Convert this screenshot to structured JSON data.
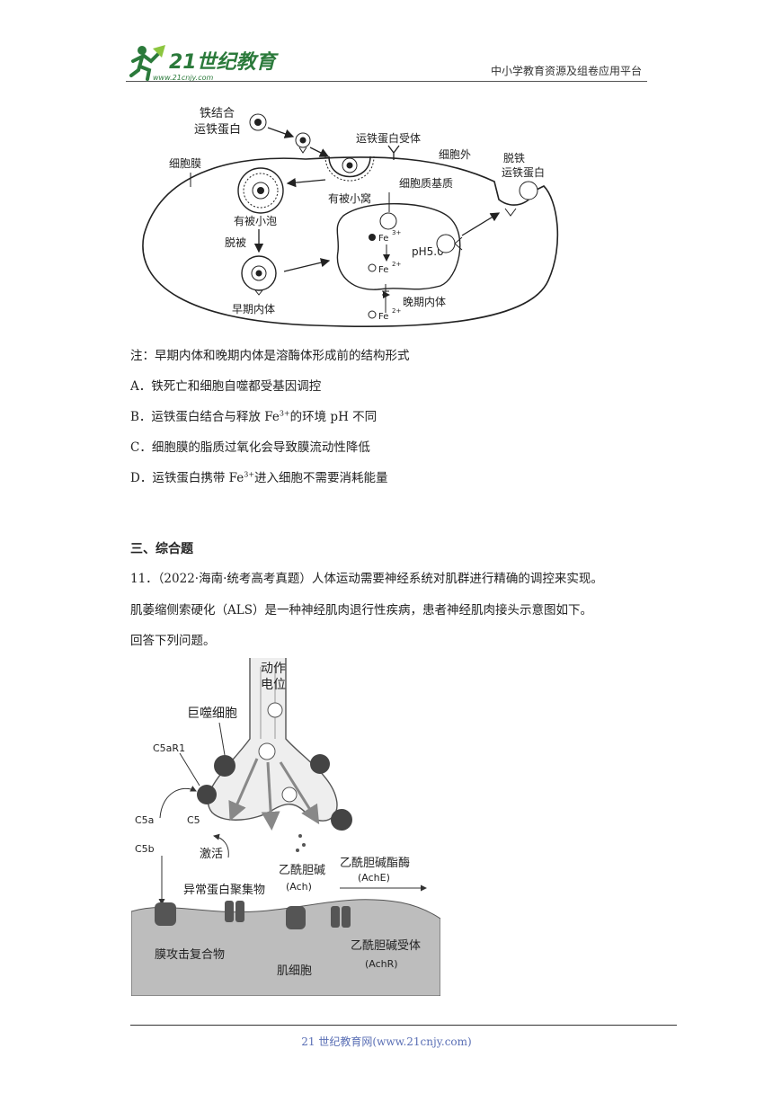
{
  "header": {
    "logo_text": "21世纪教育",
    "logo_url": "www.21cnjy.com",
    "platform": "中小学教育资源及组卷应用平台"
  },
  "figure1": {
    "labels": {
      "iron_bound": "铁结合",
      "transferrin": "运铁蛋白",
      "receptor": "运铁蛋白受体",
      "extracellular": "细胞外",
      "apo_1": "脱铁",
      "apo_2": "运铁蛋白",
      "membrane": "细胞膜",
      "cytoplasm": "细胞质基质",
      "coated_pit": "有被小窝",
      "coated_vesicle": "有被小泡",
      "uncoat": "脱被",
      "early_endosome": "早期内体",
      "late_endosome": "晚期内体",
      "ph": "pH5.0",
      "fe3": "Fe",
      "fe3_sup": "3+",
      "fe2": "Fe",
      "fe2_sup": "2+"
    }
  },
  "note": "注：早期内体和晚期内体是溶酶体形成前的结构形式",
  "options": {
    "a": "A．铁死亡和细胞自噬都受基因调控",
    "b_pre": "B．运铁蛋白结合与释放 Fe",
    "b_sup": "3+",
    "b_post": "的环境 pH 不同",
    "c": "C．细胞膜的脂质过氧化会导致膜流动性降低",
    "d_pre": "D．运铁蛋白携带 Fe",
    "d_sup": "3+",
    "d_post": "进入细胞不需要消耗能量"
  },
  "section_title": "三、综合题",
  "question": {
    "line1": "11．（2022·海南·统考高考真题）人体运动需要神经系统对肌群进行精确的调控来实现。",
    "line2": "肌萎缩侧索硬化（ALS）是一种神经肌肉退行性疾病，患者神经肌肉接头示意图如下。",
    "line3": "回答下列问题。"
  },
  "figure2": {
    "labels": {
      "ap1": "动作",
      "ap2": "电位",
      "macrophage": "巨噬细胞",
      "c5ar1": "C5aR1",
      "c5a": "C5a",
      "c5": "C5",
      "c5b": "C5b",
      "activate": "激活",
      "ach1": "乙酰胆碱",
      "ach2": "(Ach)",
      "ache1": "乙酰胆碱酯酶",
      "ache2": "(AchE)",
      "aggregates": "异常蛋白聚集物",
      "mac": "膜攻击复合物",
      "muscle": "肌细胞",
      "achr1": "乙酰胆碱受体",
      "achr2": "(AchR)"
    }
  },
  "footer": "21 世纪教育网(www.21cnjy.com)"
}
